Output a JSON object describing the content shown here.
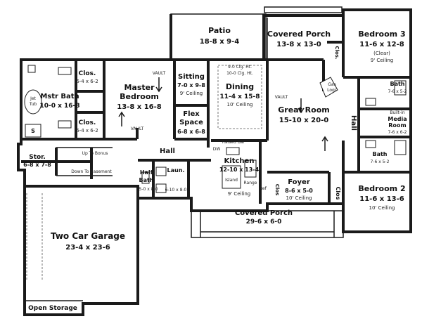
{
  "rooms": {
    "patio": {
      "name": "Patio",
      "size": "18-8 x 9-4"
    },
    "covered_porch_rear": {
      "name": "Covered Porch",
      "size": "13-8 x 13-0"
    },
    "bedroom3": {
      "name": "Bedroom 3",
      "size": "11-6 x 12-8",
      "note1": "(Clear)",
      "note2": "9' Ceiling"
    },
    "clos_b3": {
      "name": "Clos."
    },
    "bath_b3": {
      "name": "Bath",
      "size": "7-6 x 5-2"
    },
    "media": {
      "name": "Media",
      "name2": "Room",
      "size": "7-6 x 6-2",
      "note": "Built-in"
    },
    "bath_b2": {
      "name": "Bath",
      "size": "7-6 x 5-2"
    },
    "bedroom2": {
      "name": "Bedroom 2",
      "size": "11-6 x 13-6",
      "note": "10' Ceiling"
    },
    "clos_b2": {
      "name": "Clos"
    },
    "hall_right": {
      "name": "Hall"
    },
    "great_room": {
      "name": "Great Room",
      "size": "15-10 x 20-0",
      "vault": "VAULT"
    },
    "gas_logs": {
      "name": "Gas",
      "name2": "Logs"
    },
    "dining": {
      "name": "Dining",
      "size": "11-4 x 15-8",
      "note": "10' Ceiling",
      "clg1": "9-0 Clg. Ht.",
      "clg2": "10-0 Clg. Ht."
    },
    "sitting": {
      "name": "Sitting",
      "size": "7-0 x 9-8",
      "note": "9' Ceiling"
    },
    "master_bed": {
      "name": "Master",
      "name2": "Bedroom",
      "size": "13-8 x 16-8",
      "vault": "VAULT",
      "vault2": "VAULT"
    },
    "clos_m1": {
      "name": "Clos.",
      "size": "6-4 x 6-2"
    },
    "clos_m2": {
      "name": "Clos.",
      "size": "6-4 x 6-2"
    },
    "mstr_bath": {
      "name": "Mstr Bath",
      "size": "10-0 x 16-8"
    },
    "jet_tub": {
      "name": "Jet",
      "name2": "Tub"
    },
    "shower": {
      "name": "S"
    },
    "flex": {
      "name": "Flex",
      "name2": "Space",
      "size": "6-8 x 6-8"
    },
    "hall_main": {
      "name": "Hall"
    },
    "stor": {
      "name": "Stor.",
      "size": "6-8 x 7-8"
    },
    "up_bonus": {
      "name": "Up To Bonus"
    },
    "down_basement": {
      "name": "Down To Basement"
    },
    "half_bath": {
      "name": "Half",
      "name2": "Bath",
      "size": "5-0 x 8-0"
    },
    "laun": {
      "name": "Laun.",
      "size": "6-10 x 8-0"
    },
    "kitchen": {
      "name": "Kitchen",
      "size": "12-10 x 13-4",
      "note": "9' Ceiling",
      "raised_bar": "Raised Bar",
      "dw": "DW",
      "island": "Island",
      "range": "Range",
      "ref": "Ref"
    },
    "foyer": {
      "name": "Foyer",
      "size": "8-6 x 5-0",
      "note": "10' Ceiling"
    },
    "clos_foyer": {
      "name": "Clos"
    },
    "covered_porch_front": {
      "name": "Covered Porch",
      "size": "29-6 x 6-0"
    },
    "garage": {
      "name": "Two Car Garage",
      "size": "23-4 x 23-6"
    },
    "open_storage": {
      "name": "Open Storage"
    }
  }
}
